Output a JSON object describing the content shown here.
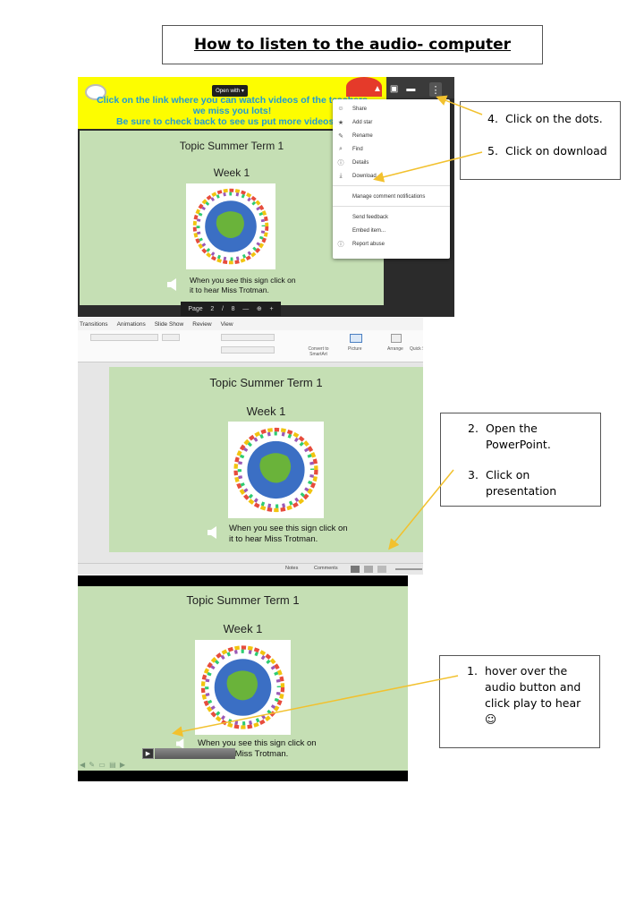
{
  "title": "How to listen to the audio- computer",
  "steps": {
    "step4": {
      "num": "4.",
      "text": "Click on the dots."
    },
    "step5": {
      "num": "5.",
      "text": "Click on download"
    },
    "step2": {
      "num": "2.",
      "text": "Open the PowerPoint."
    },
    "step3": {
      "num": "3.",
      "text": "Click on presentation"
    },
    "step1": {
      "num": "1.",
      "text": "hover over the audio button and click play to hear ☺"
    }
  },
  "slide": {
    "title": "Topic Summer Term 1",
    "subtitle": "Week 1",
    "caption_line1": "When you see this sign click on",
    "caption_line2": "it to hear Miss Trotman.",
    "caption_line2_partial": "hear Miss Trotman."
  },
  "drive_viewer": {
    "open_with": "Open with",
    "banner_line1": "Click on the link where you can watch videos of the teachers",
    "banner_line2": "we miss you lots!",
    "banner_line3": "Be sure to check back to see us put more videos up",
    "menu_items": [
      {
        "label": "Share",
        "icon": "add-person-icon"
      },
      {
        "label": "Add star",
        "icon": "star-icon"
      },
      {
        "label": "Rename",
        "icon": "pencil-icon"
      },
      {
        "label": "Find",
        "icon": "find-icon"
      },
      {
        "label": "Details",
        "icon": "info-icon"
      },
      {
        "label": "Download",
        "icon": "download-icon"
      },
      {
        "label": "Manage comment notifications",
        "icon": ""
      },
      {
        "label": "Send feedback",
        "icon": ""
      },
      {
        "label": "Embed item...",
        "icon": ""
      },
      {
        "label": "Report abuse",
        "icon": "alert-icon"
      }
    ],
    "page_bar": {
      "label": "Page",
      "current": "2",
      "sep": "/",
      "total": "8",
      "minus": "—",
      "zoom_icon": "⊕",
      "plus": "+"
    }
  },
  "powerpoint": {
    "tabs": [
      "Transitions",
      "Animations",
      "Slide Show",
      "Review",
      "View"
    ],
    "ribbon_labels": {
      "convert": "Convert to SmartArt",
      "picture": "Picture",
      "arrange": "Arrange",
      "quick_styles": "Quick Styles"
    },
    "status": {
      "notes": "Notes",
      "comments": "Comments"
    }
  },
  "colors": {
    "slide_bg": "#c5dfb4",
    "banner_yellow": "#fdfd00",
    "banner_text": "#1f9ad6",
    "arrow": "#f2c12e"
  }
}
